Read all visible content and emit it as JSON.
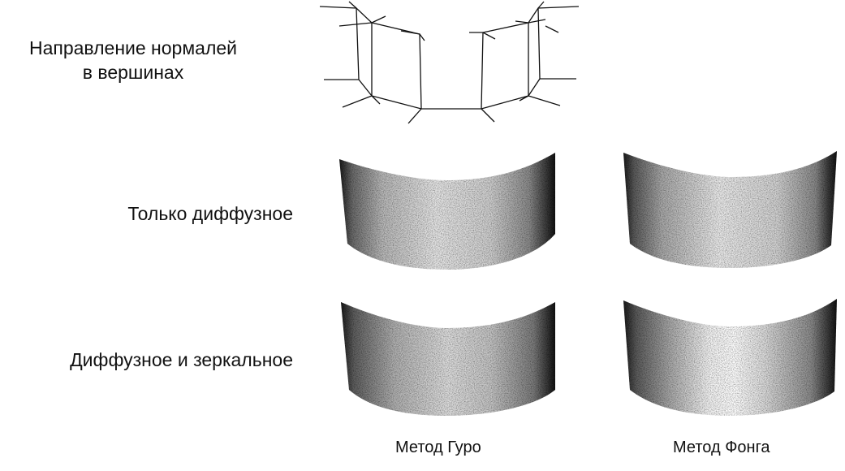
{
  "rows": {
    "normals_line1": "Направление нормалей",
    "normals_line2": "в вершинах",
    "diffuse_only": "Только диффузное",
    "diffuse_specular": "Диффузное и зеркальное"
  },
  "columns": {
    "gouraud": "Метод Гуро",
    "phong": "Метод Фонга"
  }
}
